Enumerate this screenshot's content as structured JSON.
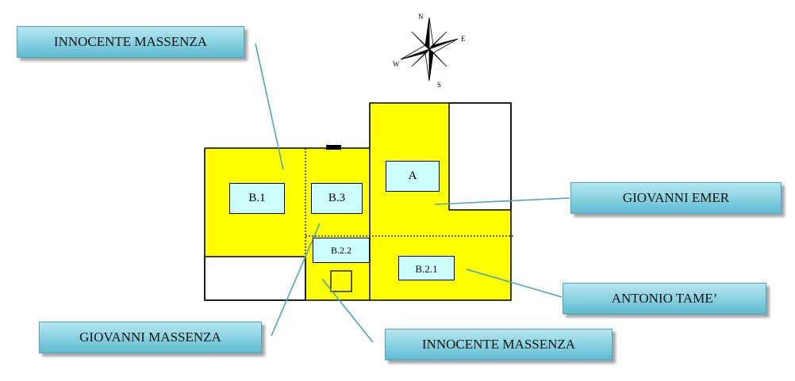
{
  "compass": {
    "n": "N",
    "e": "E",
    "s": "S",
    "w": "W",
    "icon": "compass-rose-icon"
  },
  "units": {
    "a": "A",
    "b1": "B.1",
    "b3": "B.3",
    "b22": "B.2.2",
    "b21": "B.2.1"
  },
  "owners": {
    "innocente_top": "INNOCENTE MASSENZA",
    "giovanni_emer": "GIOVANNI EMER",
    "antonio_tame": "ANTONIO TAME’",
    "giovanni_massenza": "GIOVANNI MASSENZA",
    "innocente_bottom": "INNOCENTE MASSENZA"
  },
  "colors": {
    "parcel_fill": "#ffff00",
    "label_fill": "#ccffff",
    "owner_box": "#8fd4e3",
    "leader_line": "#4aa7bd",
    "outline": "#000000"
  }
}
